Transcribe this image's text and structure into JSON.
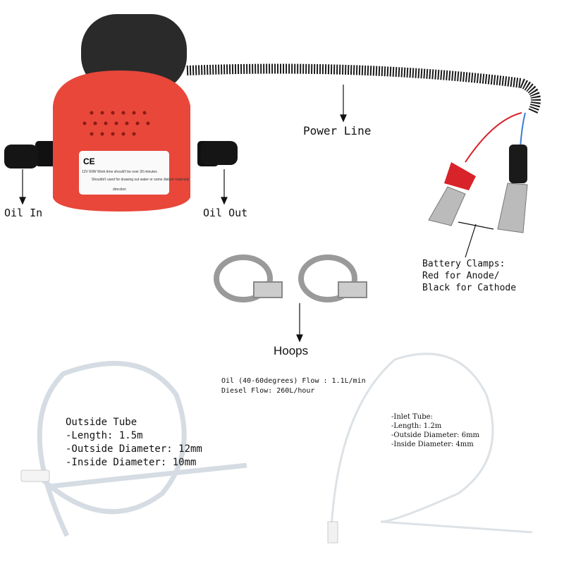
{
  "labels": {
    "power_line": "Power Line",
    "oil_in": "Oil In",
    "oil_out": "Oil Out",
    "battery_clamps": [
      "Battery Clamps:",
      "Red for Anode/",
      "Black for Cathode"
    ],
    "hoops": "Hoops",
    "flow": [
      "Oil (40-60degrees) Flow : 1.1L/min",
      "Diesel Flow: 260L/hour"
    ],
    "outside_tube": [
      "Outside Tube",
      "-Length: 1.5m",
      "-Outside Diameter: 12mm",
      "-Inside Diameter: 10mm"
    ],
    "inlet_tube": [
      "-Inlet Tube:",
      "-Length: 1.2m",
      "-Outside Diameter: 6mm",
      "-Inside Diameter: 4mm"
    ]
  },
  "pump_label": {
    "ce": "CE",
    "spec": "12V 60W Work time should't be over 30 minutes",
    "warning": "Shouldn't used for drawing out water or some distant materials",
    "direction": "direction"
  },
  "colors": {
    "pump_red": "#e8473a",
    "pump_black": "#2a2a2a",
    "clamp_red": "#d8232a"
  }
}
